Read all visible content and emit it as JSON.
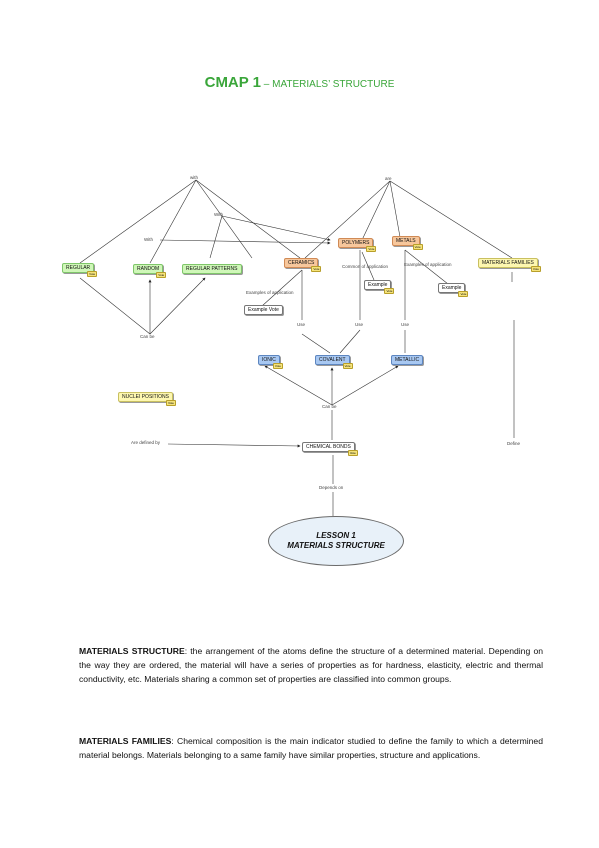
{
  "title": {
    "main": "CMAP 1",
    "sub": " – MATERIALS’ STRUCTURE"
  },
  "badge_text": "Vote",
  "nodes": {
    "regular": "REGULAR",
    "random": "RANDOM",
    "regular_patterns": "REGULAR PATTERNS",
    "ceramics": "CERAMICS",
    "polymers": "POLYMERS",
    "metals": "METALS",
    "materials_families": "MATERIALS FAMILIES",
    "example_ceramic": "Example Vote",
    "example_polymer": "Example",
    "example_metal": "Example",
    "ionic": "IONIC",
    "covalent": "COVALENT",
    "metallic": "METALLIC",
    "nuclei_positions": "NUCLEI POSITIONS",
    "chemical_bonds": "CHEMICAL BONDS"
  },
  "link_labels": {
    "with_top": "with",
    "are_top": "are",
    "with_mid": "With",
    "with_left": "With",
    "can_be": "Can be",
    "examples_of_application": "Examples of application",
    "common_of_application": "Common of application",
    "examples_of_application_2": "Examples of application",
    "uses_1": "Use",
    "uses_2": "Use",
    "uses_3": "Use",
    "can_be_2": "Can be",
    "are_defined_by": "Are defined by",
    "depends_on": "Depends on",
    "define": "Define"
  },
  "lesson": {
    "line1": "LESSON 1",
    "line2": "MATERIALS STRUCTURE"
  },
  "paragraphs": {
    "structure_term": "MATERIALS STRUCTURE",
    "structure_text": ": the arrangement of the atoms define the structure of a determined material. Depending on the way they are ordered, the material will have a series of properties as for hardness, elasticity, electric and thermal conductivity, etc. Materials sharing a common set of properties are classified into common groups.",
    "families_term": "MATERIALS FAMILIES",
    "families_text": ": Chemical composition is the main indicator studied to define the family to which a determined material belongs. Materials belonging to a same family have similar properties, structure and applications."
  }
}
